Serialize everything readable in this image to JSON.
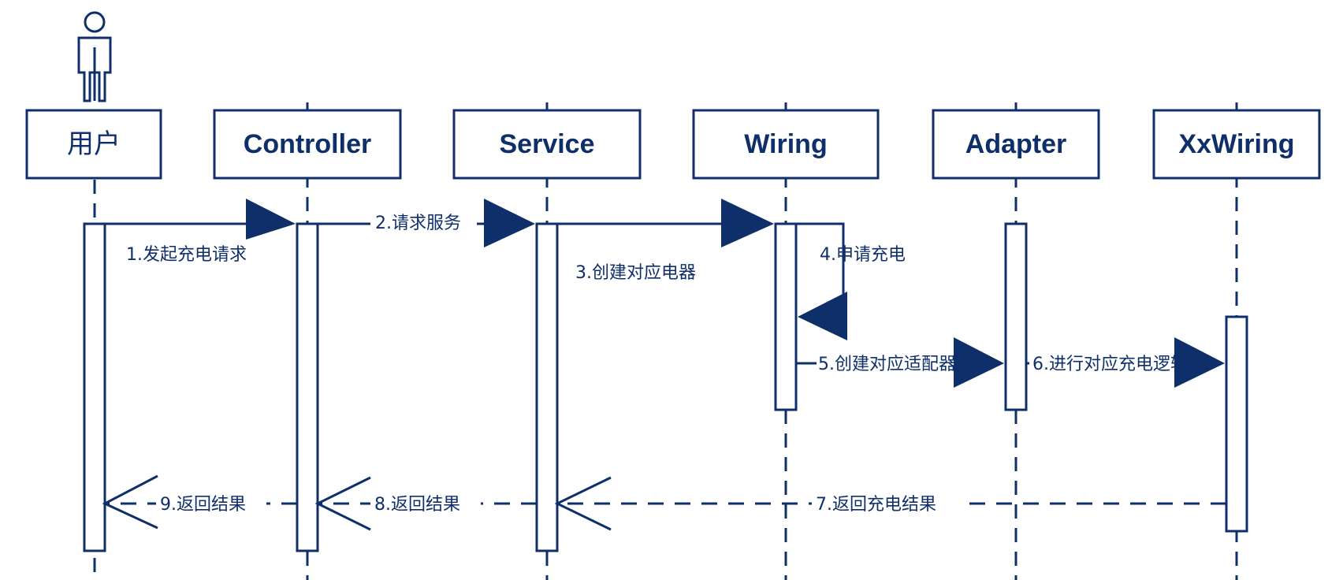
{
  "participants": [
    {
      "id": "user",
      "name": "用户"
    },
    {
      "id": "controller",
      "name": "Controller"
    },
    {
      "id": "service",
      "name": "Service"
    },
    {
      "id": "wiring",
      "name": "Wiring"
    },
    {
      "id": "adapter",
      "name": "Adapter"
    },
    {
      "id": "xxwiring",
      "name": "XxWiring"
    }
  ],
  "messages": [
    {
      "label": "1.发起充电请求"
    },
    {
      "label": "2.请求服务"
    },
    {
      "label": "3.创建对应电器"
    },
    {
      "label": "4.申请充电"
    },
    {
      "label": "5.创建对应适配器"
    },
    {
      "label": "6.进行对应充电逻辑"
    },
    {
      "label": "7.返回充电结果"
    },
    {
      "label": "8.返回结果"
    },
    {
      "label": "9.返回结果"
    }
  ],
  "colors": {
    "ink": "#0f2f6b",
    "background": "#ffffff"
  }
}
